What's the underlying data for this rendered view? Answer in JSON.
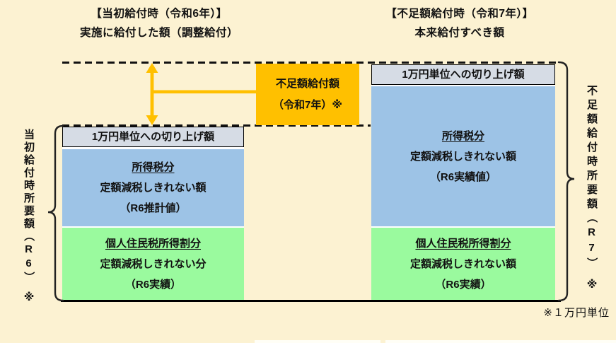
{
  "headers": {
    "left": {
      "line1": "【当初給付時（令和6年）】",
      "line2": "実施に給付した額（調整給付）"
    },
    "right": {
      "line1": "【不足額給付時（令和7年）】",
      "line2": "本来給付すべき額"
    }
  },
  "shortfall_box": {
    "line1": "不足額給付額",
    "line2": "（令和7年）※"
  },
  "columns": {
    "initial": {
      "rounding": "1万円単位への切り上げ額",
      "income_tax": {
        "title": "所得税分",
        "line2": "定額減税しきれない額",
        "line3": "（R6推計値）"
      },
      "resident_tax": {
        "title": "個人住民税所得割分",
        "line2": "定額減税しきれない分",
        "line3": "（R6実績）"
      }
    },
    "shortfall": {
      "rounding": "1万円単位への切り上げ額",
      "income_tax": {
        "title": "所得税分",
        "line2": "定額減税しきれない額",
        "line3": "（R6実績値）"
      },
      "resident_tax": {
        "title": "個人住民税所得割分",
        "line2": "定額減税しきれない額",
        "line3": "（R6実績）"
      }
    }
  },
  "side_labels": {
    "left": {
      "main": "当初給付時所要額",
      "open": "（",
      "value": "R6",
      "close": "）",
      "note": "※"
    },
    "right": {
      "main": "不足額給付時所要額",
      "open": "（",
      "value": "R7",
      "close": "）",
      "note": "※"
    }
  },
  "footnote": "※１万円単位",
  "colors": {
    "background": "#FCF2D2",
    "shortfall_orange": "#FFC000",
    "rounding_gray": "#D6DCE5",
    "income_tax_blue": "#9DC3E6",
    "resident_tax_green": "#9AFA9E",
    "line_black": "#111111"
  }
}
